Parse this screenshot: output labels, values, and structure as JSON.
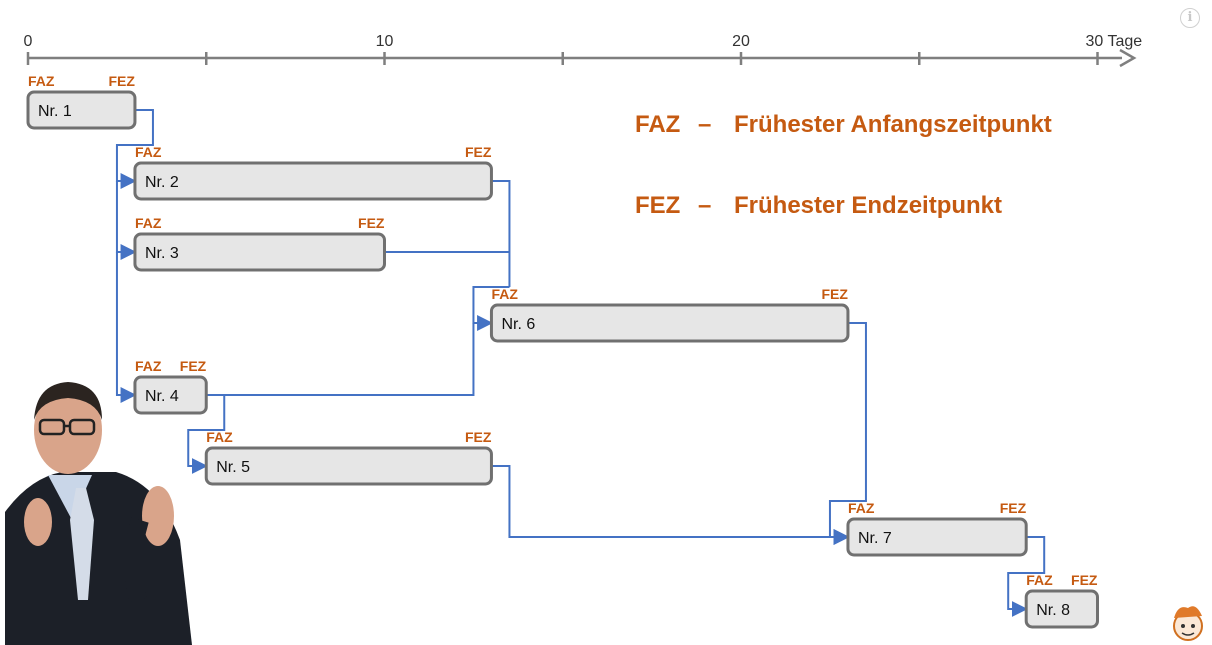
{
  "axis": {
    "ticks": [
      {
        "value": 0,
        "label": "0"
      },
      {
        "value": 5,
        "label": ""
      },
      {
        "value": 10,
        "label": "10"
      },
      {
        "value": 15,
        "label": ""
      },
      {
        "value": 20,
        "label": "20"
      },
      {
        "value": 25,
        "label": ""
      },
      {
        "value": 30,
        "label": "30 Tage"
      }
    ]
  },
  "labels": {
    "faz": "FAZ",
    "fez": "FEZ"
  },
  "legend": [
    {
      "abbr": "FAZ",
      "dash": "–",
      "text": "Frühester Anfangszeitpunkt"
    },
    {
      "abbr": "FEZ",
      "dash": "–",
      "text": "Frühester Endzeitpunkt"
    }
  ],
  "tasks": [
    {
      "id": "1",
      "label": "Nr. 1",
      "faz": 0,
      "fez": 3
    },
    {
      "id": "2",
      "label": "Nr. 2",
      "faz": 3,
      "fez": 13
    },
    {
      "id": "3",
      "label": "Nr. 3",
      "faz": 3,
      "fez": 10
    },
    {
      "id": "4",
      "label": "Nr. 4",
      "faz": 3,
      "fez": 5
    },
    {
      "id": "5",
      "label": "Nr. 5",
      "faz": 5,
      "fez": 13
    },
    {
      "id": "6",
      "label": "Nr. 6",
      "faz": 13,
      "fez": 23
    },
    {
      "id": "7",
      "label": "Nr. 7",
      "faz": 23,
      "fez": 28
    },
    {
      "id": "8",
      "label": "Nr. 8",
      "faz": 28,
      "fez": 30
    }
  ],
  "dependencies": [
    {
      "from": "1",
      "to": "2"
    },
    {
      "from": "1",
      "to": "3"
    },
    {
      "from": "1",
      "to": "4"
    },
    {
      "from": "2",
      "to": "6"
    },
    {
      "from": "3",
      "to": "6"
    },
    {
      "from": "4",
      "to": "6"
    },
    {
      "from": "4",
      "to": "5"
    },
    {
      "from": "5",
      "to": "7"
    },
    {
      "from": "6",
      "to": "7"
    },
    {
      "from": "7",
      "to": "8"
    }
  ],
  "colors": {
    "accent": "#c55a11",
    "connector": "#4472c4",
    "box_fill": "#e6e6e6",
    "box_stroke": "#707070",
    "axis": "#7f7f7f"
  }
}
